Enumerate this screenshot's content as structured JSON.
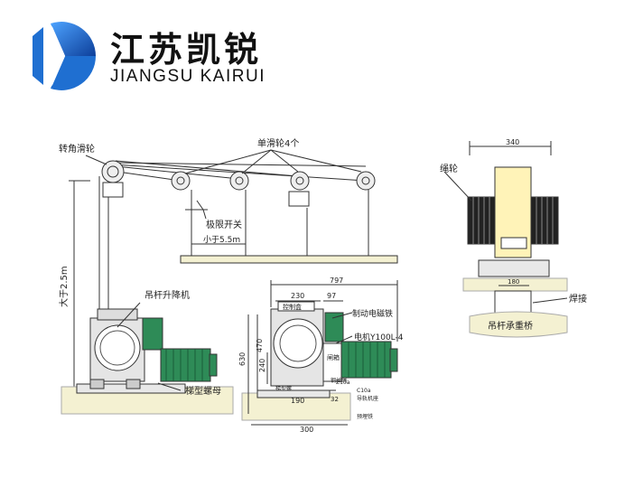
{
  "logo": {
    "company_cn": "江苏凯锐",
    "company_en": "JIANGSU KAIRUI"
  },
  "diagram_left": {
    "label_corner_pulley": "转角滑轮",
    "label_single_pulleys": "单滑轮4个",
    "label_limit_switch": "极限开关",
    "label_spacing": "小于5.5m",
    "label_height": "大于2.5m",
    "label_hoist": "吊杆升降机",
    "label_nut": "梯型螺母"
  },
  "diagram_middle": {
    "dim_total": "797",
    "dim_230": "230",
    "dim_97": "97",
    "dim_470": "470",
    "dim_630": "630",
    "dim_240": "240",
    "dim_190": "190",
    "dim_300": "300",
    "dim_32": "32",
    "label_control_box": "控制盒",
    "label_brake": "制动电磁铁",
    "label_motor": "电机Y100L-4",
    "label_gate": "闸箱",
    "label_nut2": "梯型螺",
    "label_rope": "钢丝绳",
    "label_c10": "C10a",
    "label_frame": "导轨机座",
    "label_c10_2": "Z10a",
    "label_embed": "预埋铁"
  },
  "diagram_right": {
    "dim_340": "340",
    "dim_180": "180",
    "label_rope_wheel": "绳轮",
    "label_weld": "焊接",
    "label_bridge": "吊杆承重桥"
  },
  "colors": {
    "logo_blue": "#1f6fd1",
    "logo_dark_blue": "#0d3f9a",
    "machine_green": "#2e8b57",
    "body_fill": "#fff3b8",
    "base_fill": "#f4f1d2",
    "line": "#333333"
  }
}
